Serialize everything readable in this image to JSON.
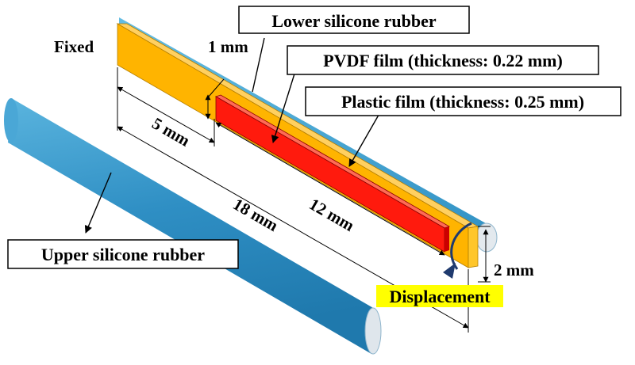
{
  "labels": {
    "fixed": "Fixed",
    "lower_silicone_rubber": "Lower silicone rubber",
    "pvdf_film": "PVDF film (thickness: 0.22 mm)",
    "plastic_film": "Plastic film (thickness: 0.25 mm)",
    "upper_silicone_rubber": "Upper silicone rubber",
    "displacement": "Displacement"
  },
  "dimensions": {
    "gap": "1 mm",
    "offset": "5 mm",
    "film_length": "12 mm",
    "total_length": "18 mm",
    "height": "2 mm"
  },
  "colors": {
    "silicone_blue": "#3399cc",
    "plastic_orange": "#ffb400",
    "pvdf_red": "#ff1a0d",
    "highlight_yellow": "#ffff00",
    "arrow_navy": "#1f3a6e"
  }
}
